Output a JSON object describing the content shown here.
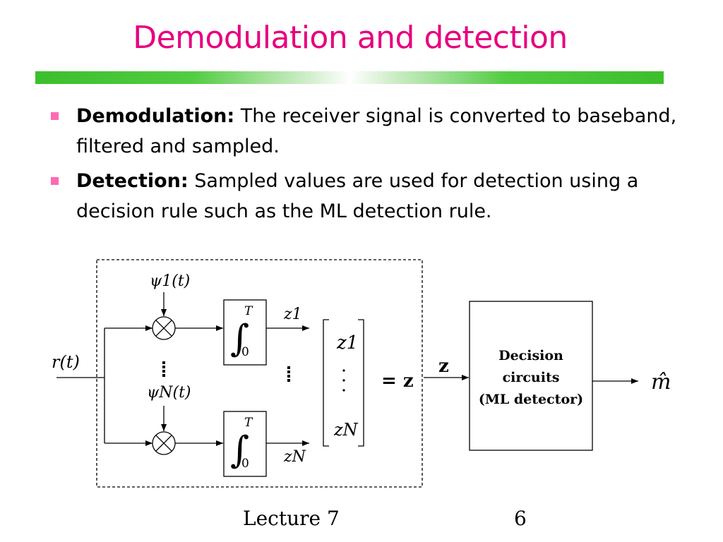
{
  "slide": {
    "title": "Demodulation and detection",
    "bullets": [
      {
        "term": "Demodulation:",
        "text": " The receiver signal is converted to baseband, filtered and sampled."
      },
      {
        "term": "Detection:",
        "text": " Sampled values are used for detection using a decision rule such as the ML detection rule."
      }
    ]
  },
  "diagram": {
    "input": "r(t)",
    "basis_top": "ψ1(t)",
    "basis_bottom": "ψN(t)",
    "integral_upper": "T",
    "integral_lower": "0",
    "out_top": "z1",
    "out_bottom": "zN",
    "vector_top": "z1",
    "vector_bottom": "zN",
    "equals": "= z",
    "z_label": "z",
    "decision_lines": [
      "Decision",
      "circuits",
      "(ML detector)"
    ],
    "output": "m̂"
  },
  "footer": {
    "lecture": "Lecture 7",
    "page": "6"
  },
  "colors": {
    "title": "#e6007e",
    "bullet": "#ff69b4",
    "rule": "#3cbf2c"
  }
}
